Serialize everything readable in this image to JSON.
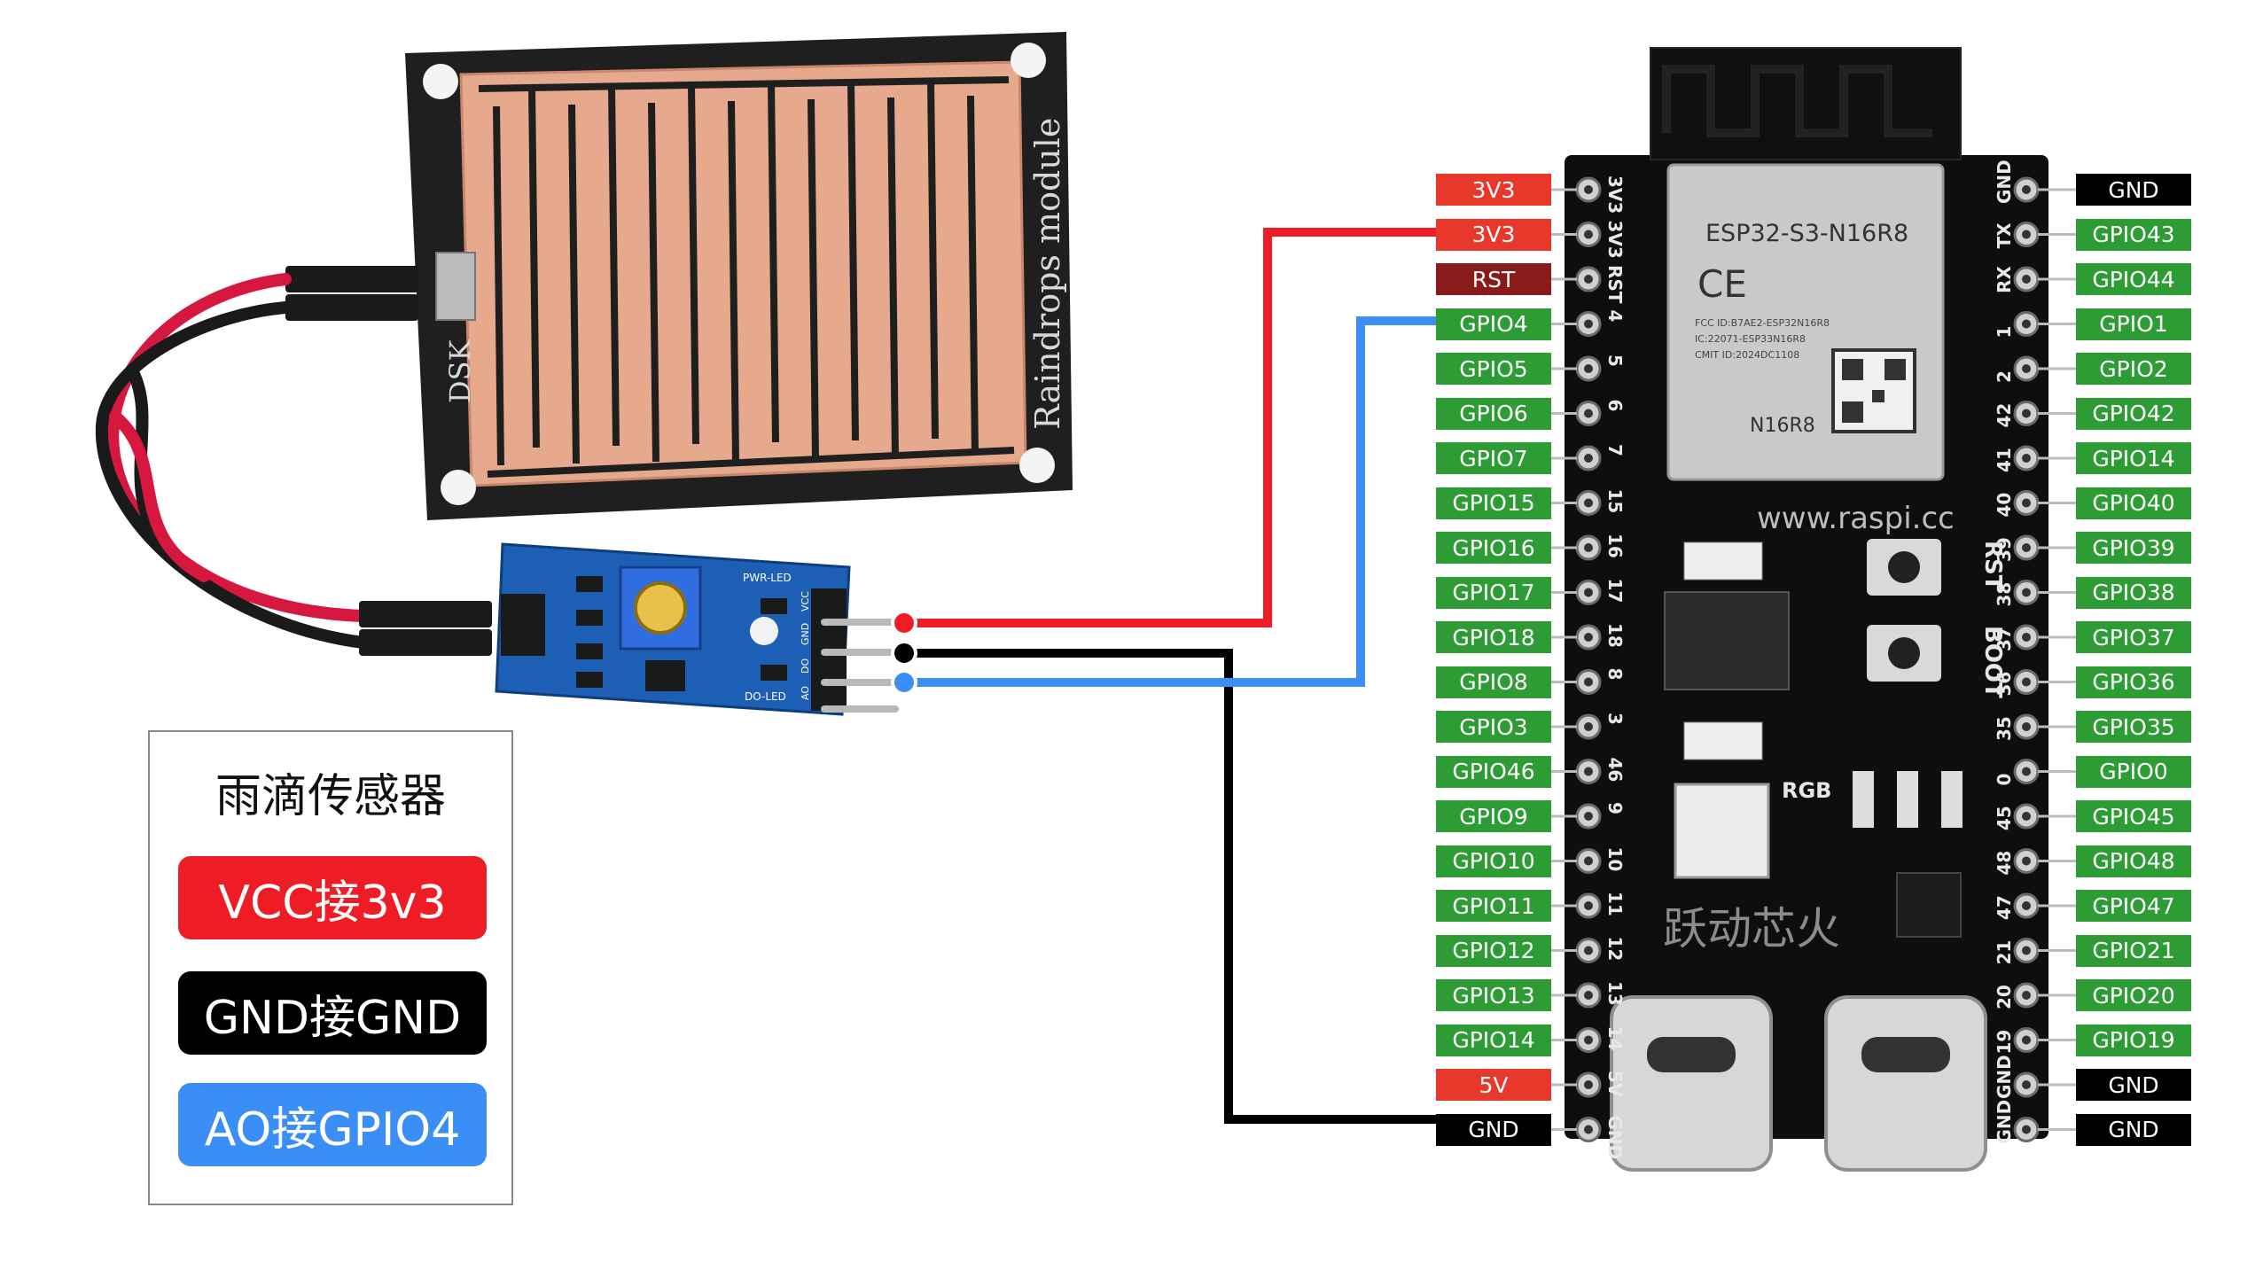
{
  "colors": {
    "vcc": "#ee1c24",
    "gnd": "#000000",
    "ao": "#3a8ef6",
    "power_pin": "#e8382c",
    "rst_pin": "#8b1a1a",
    "gpio_pin": "#2d9c34",
    "gnd_pin": "#000000"
  },
  "module": {
    "brand": "DSK",
    "name": "Raindrops module",
    "sensor_labels": {
      "pwr_led": "PWR-LED",
      "do_led": "DO-LED",
      "vcc": "VCC",
      "gnd": "GND",
      "do": "DO",
      "ao": "AO"
    }
  },
  "board": {
    "chip_name": "ESP32-S3-N16R8",
    "ce_mark": "CE",
    "fcc_line": "FCC ID:B7AE2-ESP32N16R8",
    "ic_line": "IC:22071-ESP33N16R8",
    "cmit_line": "CMIT ID:2024DC1108",
    "chip_variant": "N16R8",
    "website": "www.raspi.cc",
    "rst_label": "RST",
    "boot_label": "BOOT",
    "rgb_label": "RGB",
    "brand_cn": "跃动芯火",
    "silk_left": [
      "3V3",
      "3V3",
      "RST",
      "4",
      "5",
      "6",
      "7",
      "15",
      "16",
      "17",
      "18",
      "8",
      "3",
      "46",
      "9",
      "10",
      "11",
      "12",
      "13",
      "14",
      "5V",
      "GND"
    ],
    "silk_right": [
      "GND",
      "TX",
      "RX",
      "1",
      "2",
      "42",
      "41",
      "40",
      "39",
      "38",
      "37",
      "36",
      "35",
      "0",
      "45",
      "48",
      "47",
      "21",
      "20",
      "19",
      "GND",
      "GND"
    ],
    "left_pins": [
      "3V3",
      "3V3",
      "RST",
      "GPIO4",
      "GPIO5",
      "GPIO6",
      "GPIO7",
      "GPIO15",
      "GPIO16",
      "GPIO17",
      "GPIO18",
      "GPIO8",
      "GPIO3",
      "GPIO46",
      "GPIO9",
      "GPIO10",
      "GPIO11",
      "GPIO12",
      "GPIO13",
      "GPIO14",
      "5V",
      "GND"
    ],
    "right_pins": [
      "GND",
      "GPIO43",
      "GPIO44",
      "GPIO1",
      "GPIO2",
      "GPIO42",
      "GPIO14",
      "GPIO40",
      "GPIO39",
      "GPIO38",
      "GPIO37",
      "GPIO36",
      "GPIO35",
      "GPIO0",
      "GPIO45",
      "GPIO48",
      "GPIO47",
      "GPIO21",
      "GPIO20",
      "GPIO19",
      "GND",
      "GND"
    ]
  },
  "legend": {
    "title": "雨滴传感器",
    "vcc": "VCC接3v3",
    "gnd": "GND接GND",
    "ao": "AO接GPIO4"
  }
}
